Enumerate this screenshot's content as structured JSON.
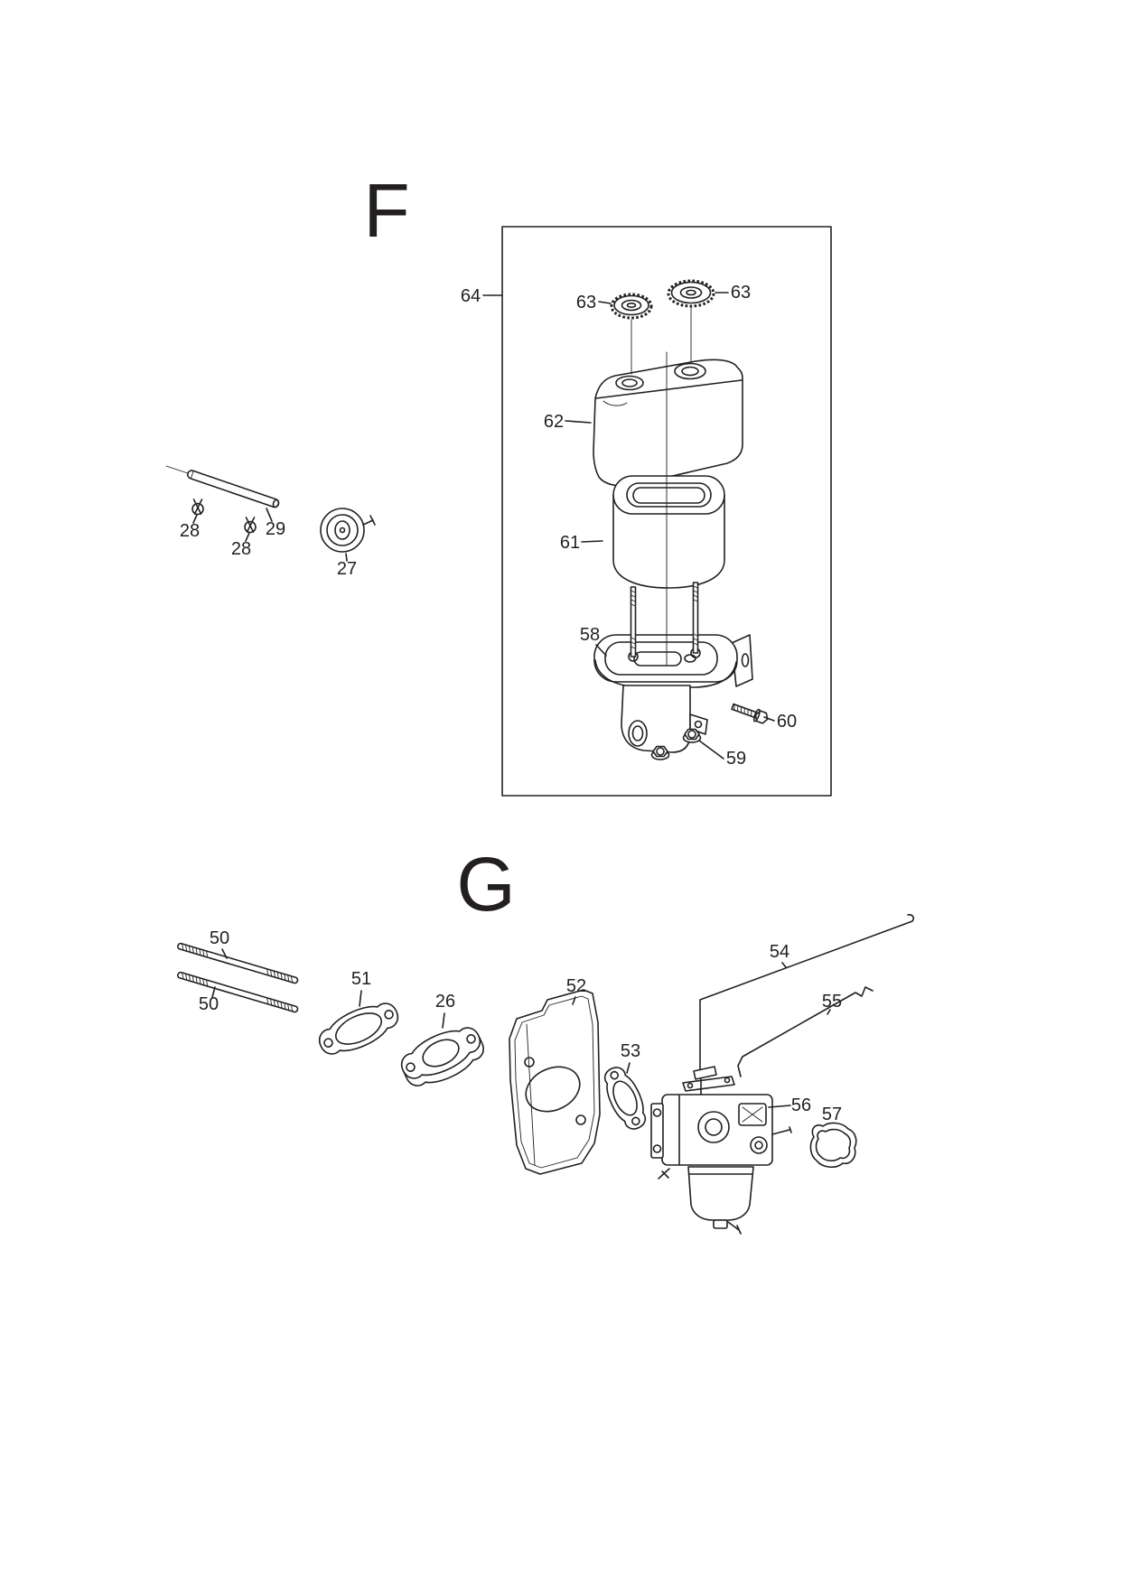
{
  "page": {
    "background_color": "#ffffff",
    "line_color": "#231f20"
  },
  "figure": {
    "section_f": {
      "letter": "F",
      "callouts": {
        "c64": "64",
        "c63_left": "63",
        "c63_right": "63",
        "c62": "62",
        "c61": "61",
        "c58": "58",
        "c60": "60",
        "c59": "59",
        "c29": "29",
        "c28_a": "28",
        "c28_b": "28",
        "c27": "27"
      }
    },
    "section_g": {
      "letter": "G",
      "callouts": {
        "c50_a": "50",
        "c50_b": "50",
        "c51": "51",
        "c26": "26",
        "c52": "52",
        "c53": "53",
        "c54": "54",
        "c55": "55",
        "c56": "56",
        "c57": "57"
      }
    }
  }
}
